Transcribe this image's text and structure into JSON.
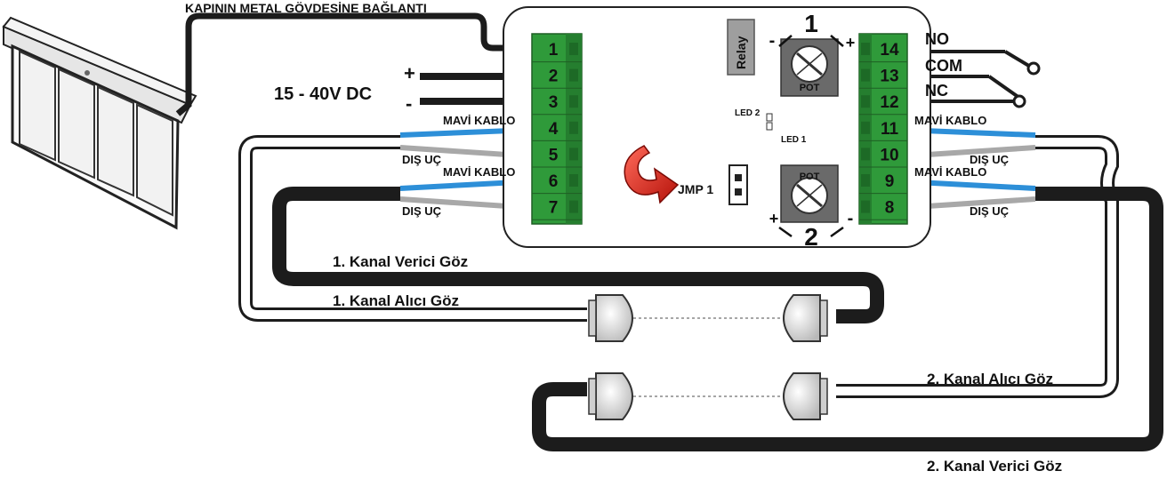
{
  "title": "KAPININ METAL GÖVDESİNE BAĞLANTI",
  "power": {
    "label": "15 - 40V DC",
    "plus": "+",
    "minus": "-"
  },
  "relay": {
    "label": "Relay"
  },
  "relay_outputs": {
    "no": "NO",
    "com": "COM",
    "nc": "NC"
  },
  "leds": {
    "led1": "LED 1",
    "led2": "LED 2"
  },
  "jumper": {
    "label": "JMP 1"
  },
  "pots": [
    {
      "number": "1",
      "text": "POT",
      "minus": "-",
      "plus": "+"
    },
    {
      "number": "2",
      "text": "POT",
      "minus": "-",
      "plus": "+"
    }
  ],
  "left_terminals": [
    "1",
    "2",
    "3",
    "4",
    "5",
    "6",
    "7"
  ],
  "right_terminals": [
    "14",
    "13",
    "12",
    "11",
    "10",
    "9",
    "8"
  ],
  "cable_labels": {
    "blue": "MAVİ KABLO",
    "outer": "DIŞ UÇ"
  },
  "channels": {
    "ch1_tx": "1. Kanal Verici Göz",
    "ch1_rx": "1. Kanal Alıcı Göz",
    "ch2_rx": "2. Kanal Alıcı Göz",
    "ch2_tx": "2. Kanal Verici Göz"
  },
  "colors": {
    "terminal_green": "#2f9a3a",
    "blue_wire": "#2d8fd8",
    "black_cable": "#1c1c1c",
    "white_cable": "#ffffff",
    "arrow_red": "#d8190f",
    "pot_gray": "#6a6a6a"
  }
}
